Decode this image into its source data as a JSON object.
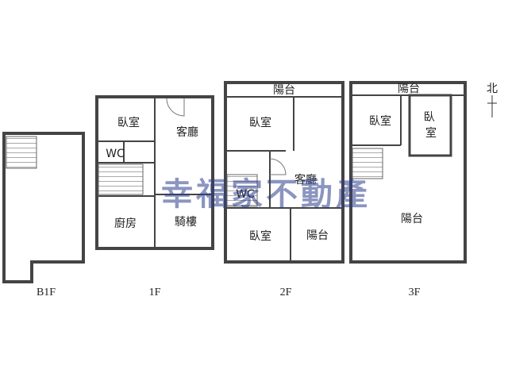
{
  "floors": {
    "b1f": {
      "label": "B1F"
    },
    "f1": {
      "label": "1F",
      "rooms": {
        "bedroom": "臥室",
        "living": "客廳",
        "wc": "WC",
        "kitchen": "廚房",
        "arcade": "騎樓"
      }
    },
    "f2": {
      "label": "2F",
      "rooms": {
        "balcony_top": "陽台",
        "bedroom_top": "臥室",
        "living": "客廳",
        "wc": "WC",
        "bedroom_bottom": "臥室",
        "balcony_right": "陽台"
      }
    },
    "f3": {
      "label": "3F",
      "rooms": {
        "balcony_top": "陽台",
        "bedroom_left": "臥室",
        "bedroom_right": "臥\n室",
        "balcony_main": "陽台"
      }
    }
  },
  "north_label": "北",
  "watermark": "幸福家不動產",
  "colors": {
    "wall": "#444444",
    "watermark": "#2c3e8c"
  }
}
